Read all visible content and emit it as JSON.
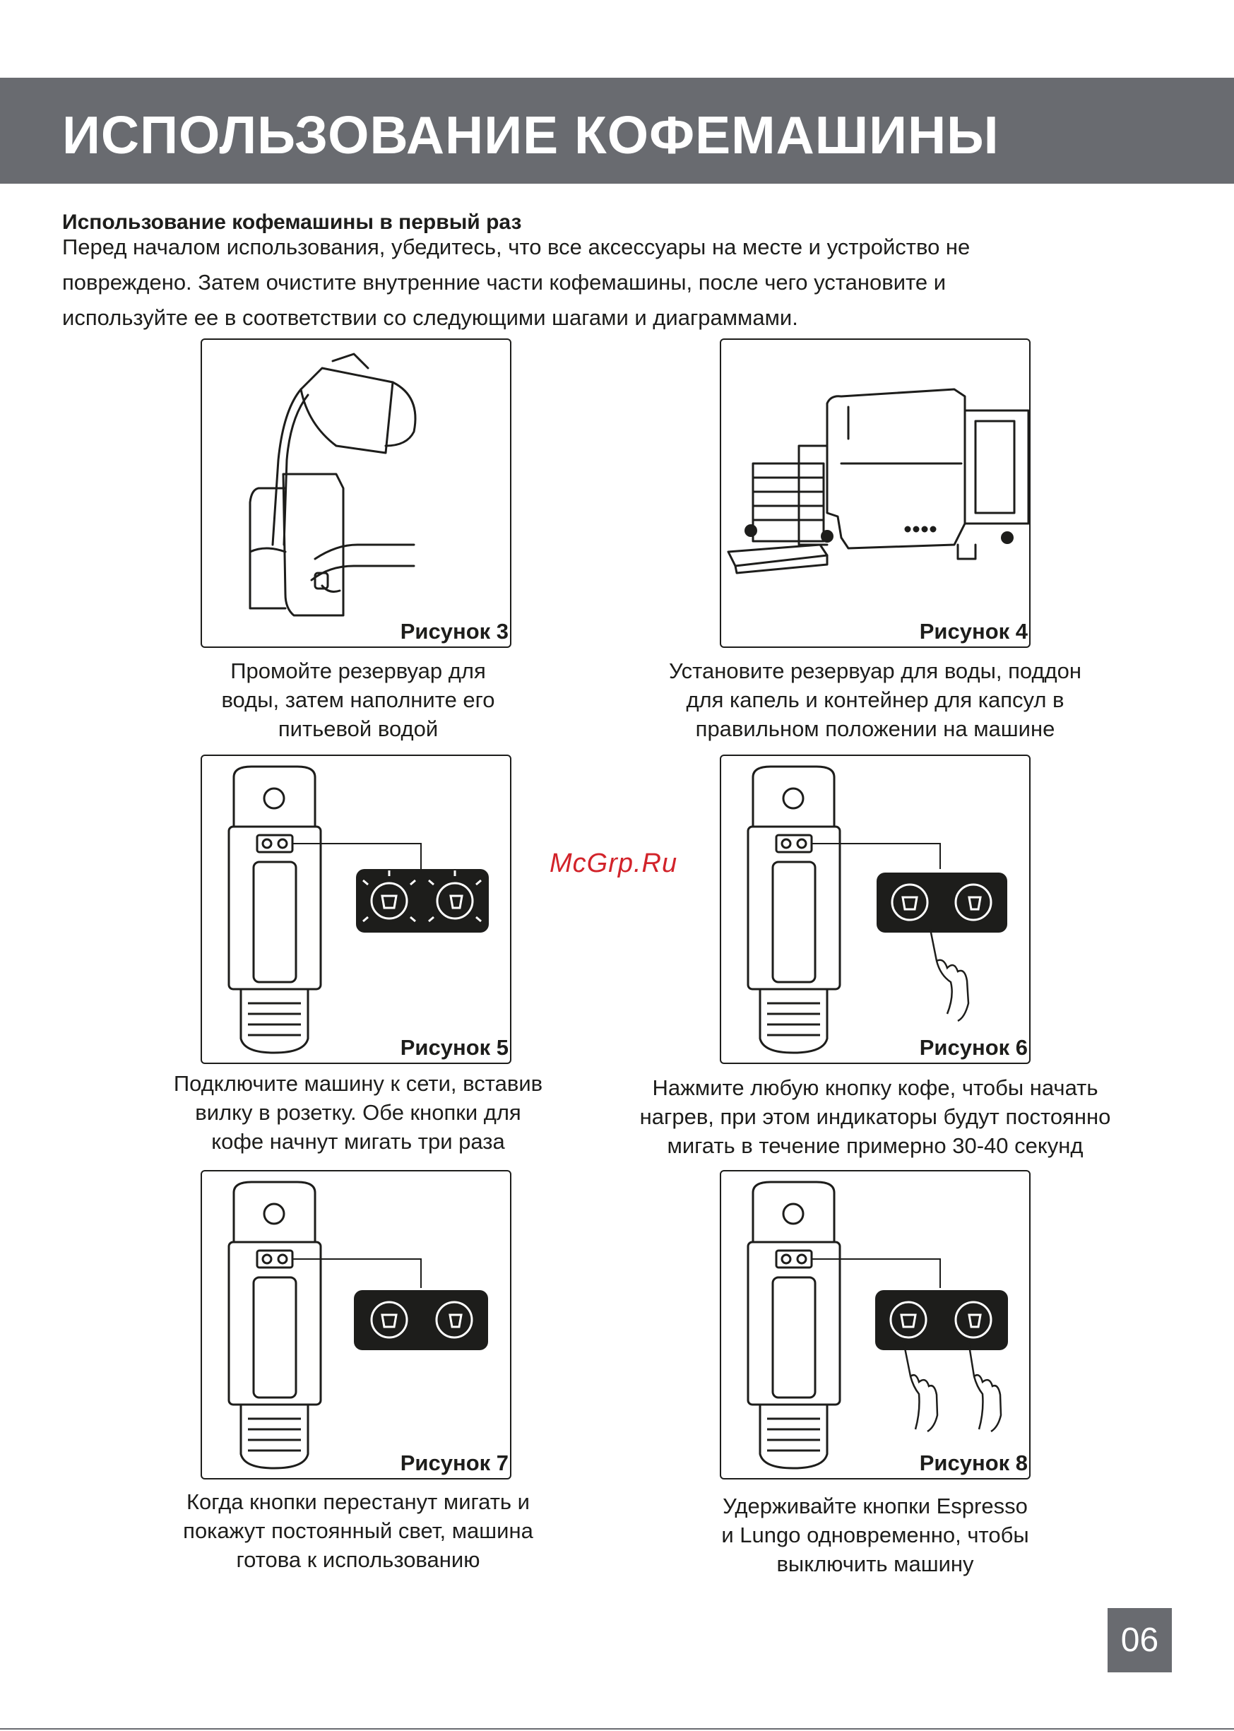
{
  "header": {
    "title": "ИСПОЛЬЗОВАНИЕ КОФЕМАШИНЫ"
  },
  "intro": {
    "heading": "Использование кофемашины в первый раз",
    "lines": [
      "Перед началом использования, убедитесь, что все аксессуары на месте и устройство не",
      "повреждено. Затем очистите внутренние части кофемашины, после чего установите и",
      "используйте ее в соответствии со следующими шагами и диаграммами."
    ]
  },
  "figures": [
    {
      "label": "Рисунок 3",
      "icon": "water-tank-fill-illustration",
      "caption": [
        "Промойте резервуар для",
        "воды, затем наполните его",
        "питьевой водой"
      ]
    },
    {
      "label": "Рисунок 4",
      "icon": "machine-assembly-illustration",
      "caption": [
        "Установите резервуар для воды, поддон",
        "для капель и контейнер для капсул в",
        "правильном положении на машине"
      ]
    },
    {
      "label": "Рисунок 5",
      "icon": "machine-front-blinking-buttons-illustration",
      "caption": [
        "Подключите машину к сети, вставив",
        "вилку в розетку. Обе кнопки для",
        "кофе начнут мигать три раза"
      ]
    },
    {
      "label": "Рисунок 6",
      "icon": "machine-front-press-button-illustration",
      "caption": [
        "Нажмите любую кнопку кофе, чтобы начать",
        "нагрев, при этом индикаторы будут постоянно",
        "мигать в течение примерно 30-40 секунд"
      ]
    },
    {
      "label": "Рисунок 7",
      "icon": "machine-front-steady-buttons-illustration",
      "caption": [
        "Когда кнопки перестанут мигать и",
        "покажут постоянный свет, машина",
        "готова к использованию"
      ]
    },
    {
      "label": "Рисунок 8",
      "icon": "machine-front-hold-both-buttons-illustration",
      "caption": [
        "Удерживайте кнопки Espresso",
        "и Lungo одновременно, чтобы",
        "выключить машину"
      ]
    }
  ],
  "watermark": "McGrp.Ru",
  "page_number": "06",
  "colors": {
    "header_band": "#696b70",
    "text": "#1d1d1b",
    "watermark": "#d2232a"
  }
}
